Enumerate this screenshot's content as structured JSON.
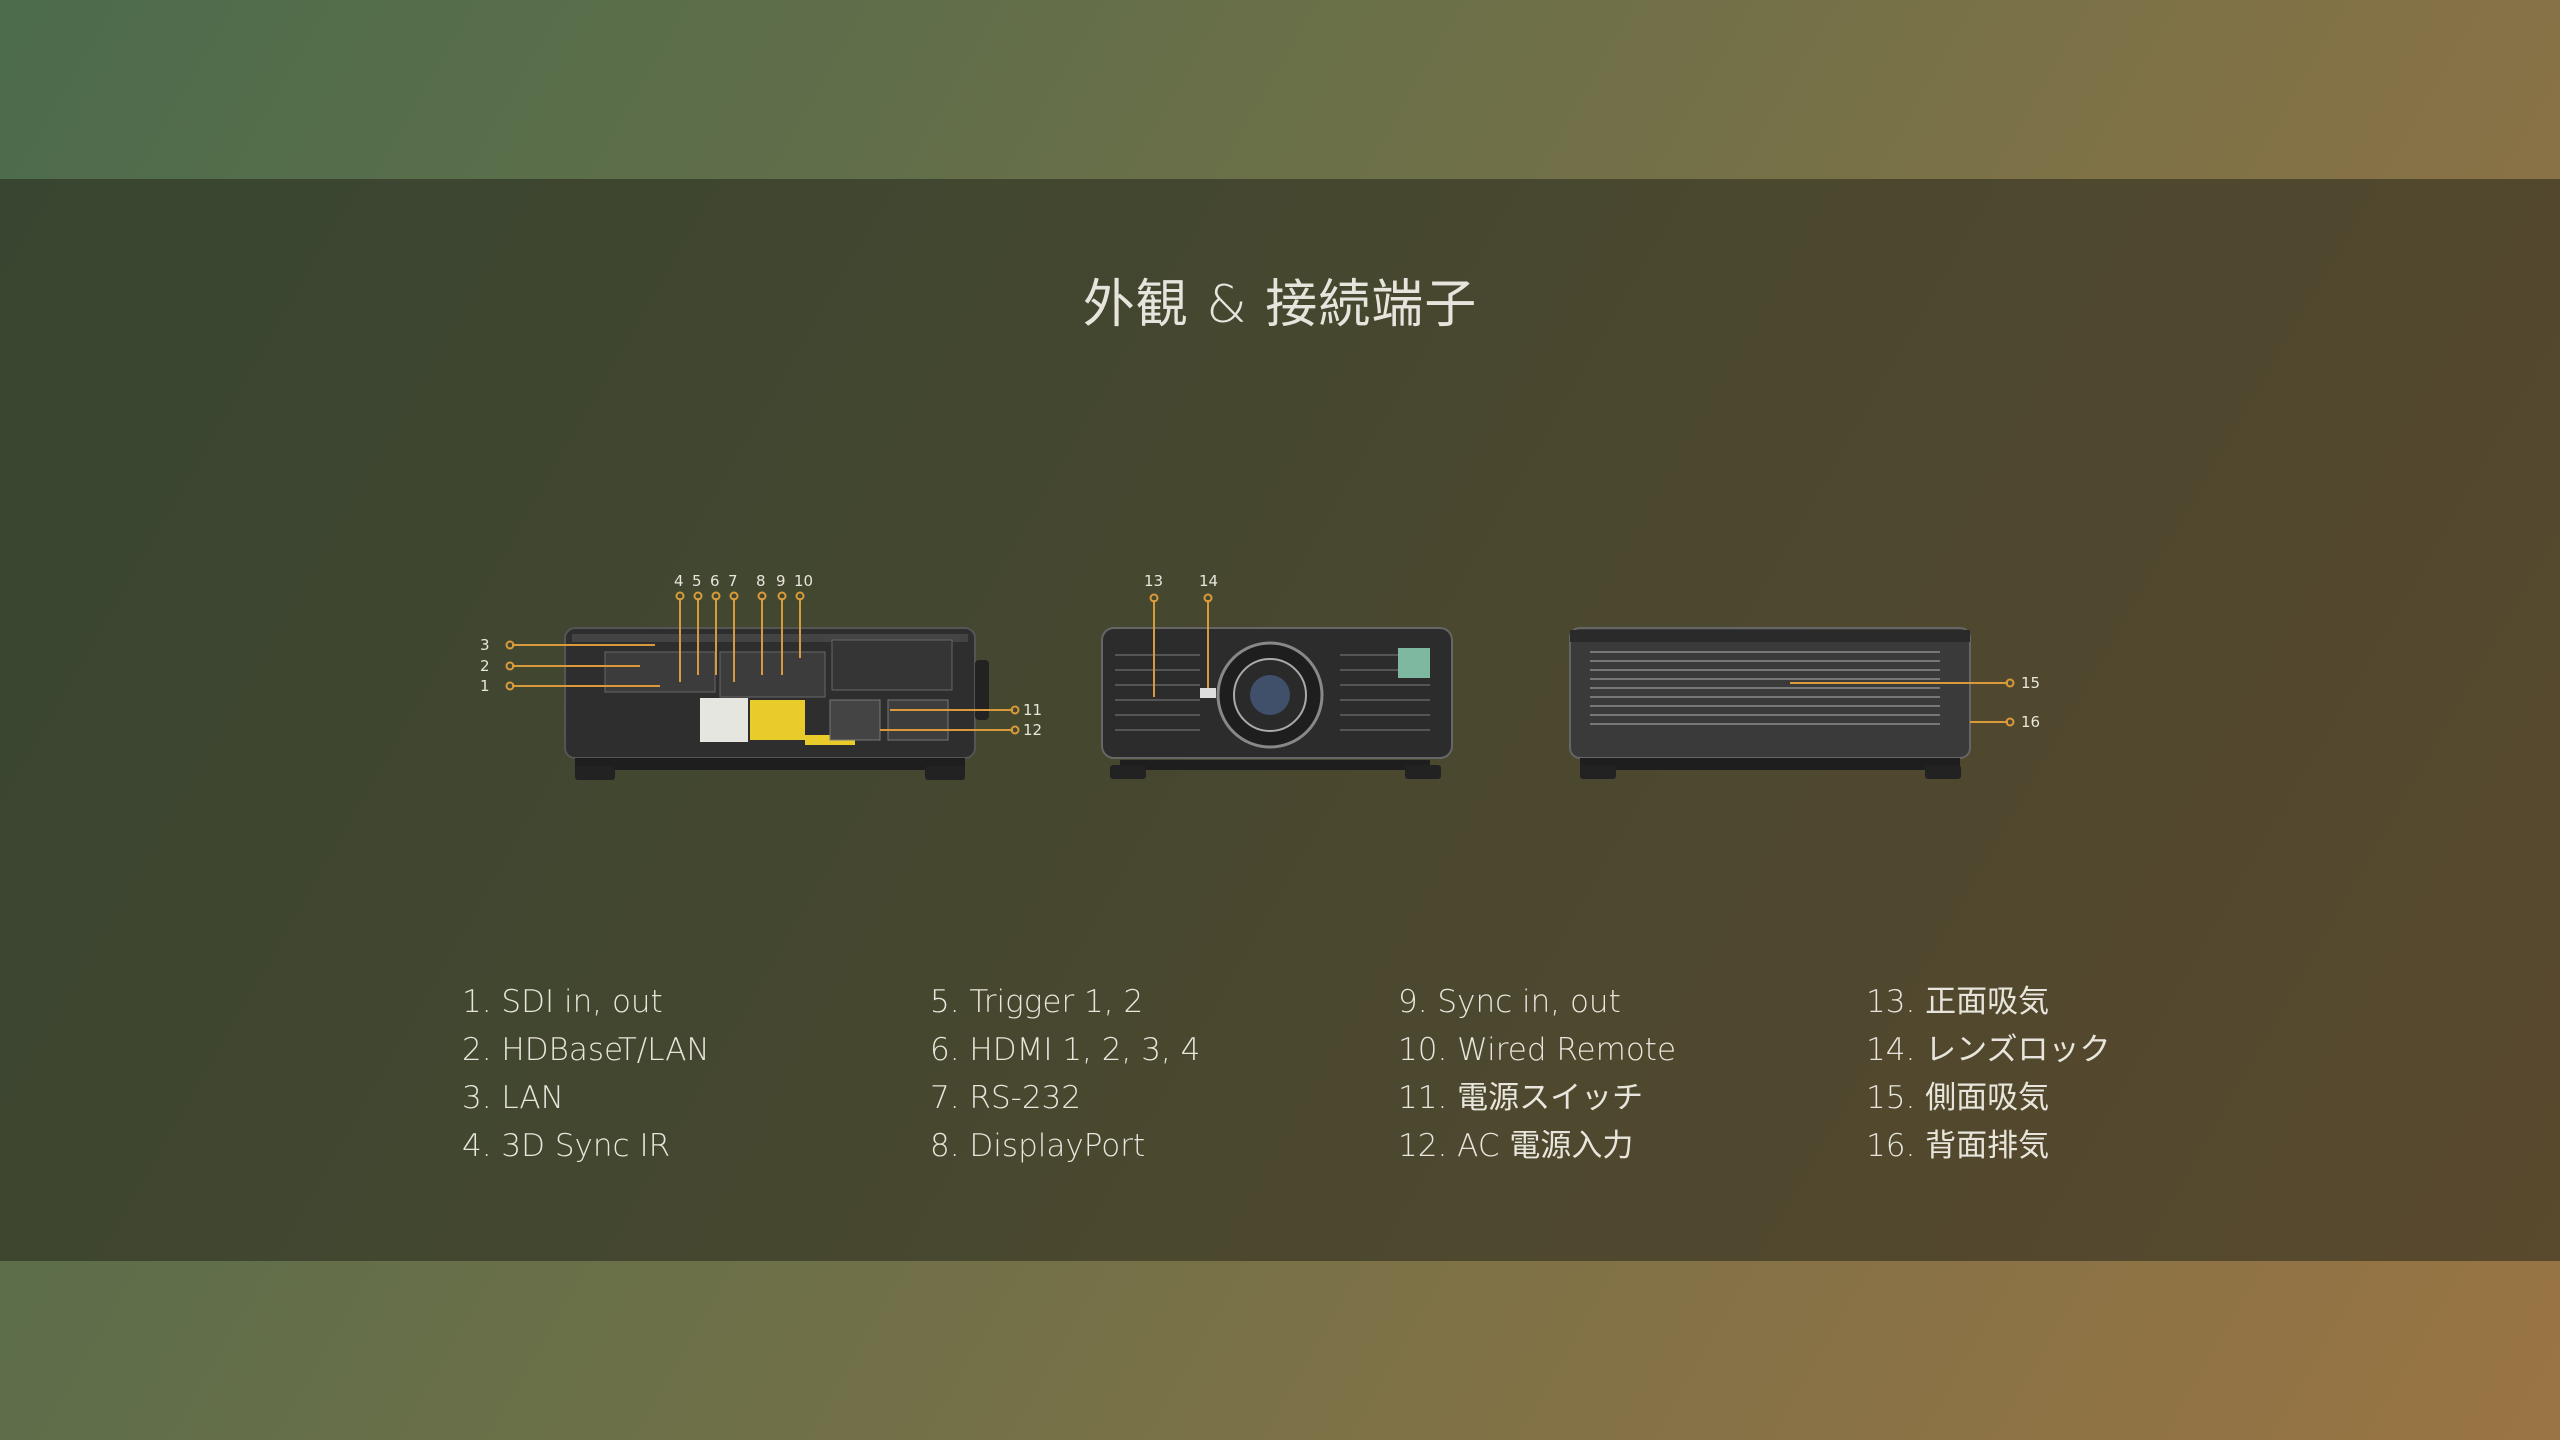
{
  "title": "外観 & 接続端子",
  "callouts": {
    "rear": [
      "1",
      "2",
      "3",
      "4",
      "5",
      "6",
      "7",
      "8",
      "9",
      "10",
      "11",
      "12"
    ],
    "front": [
      "13",
      "14"
    ],
    "side": [
      "15",
      "16"
    ]
  },
  "features": [
    "1.  SDI in, out",
    "2.  HDBaseT/LAN",
    "3.  LAN",
    "4.  3D Sync IR",
    "5.  Trigger 1, 2",
    "6.  HDMI 1, 2, 3, 4",
    "7.  RS-232",
    "8.  DisplayPort",
    "9.  Sync in, out",
    "10. Wired Remote",
    "11. 電源スイッチ",
    "12. AC 電源入力",
    "13. 正面吸気",
    "14. レンズロック",
    "15. 側面吸気",
    "16. 背面排気"
  ],
  "colors": {
    "callout": "#d89a3a",
    "body": "#3a3a3a"
  }
}
